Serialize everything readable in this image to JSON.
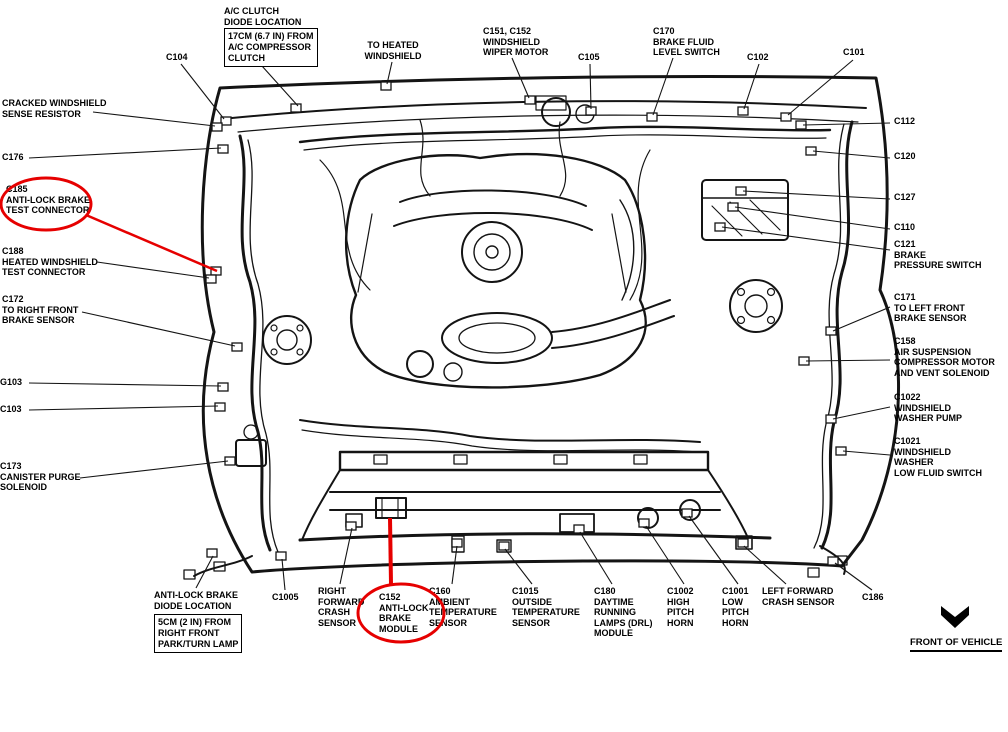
{
  "annotation_color": "#e60000",
  "front_of_vehicle": "FRONT OF VEHICLE",
  "callouts": {
    "top": [
      {
        "id": "ac-clutch-diode-location",
        "text": "A/C CLUTCH\nDIODE LOCATION",
        "box": "17CM (6.7 IN) FROM\nA/C COMPRESSOR\nCLUTCH"
      },
      {
        "id": "c104",
        "text": "C104"
      },
      {
        "id": "to-heated-windshield",
        "text": "TO HEATED\nWINDSHIELD"
      },
      {
        "id": "c151-c152-wiper-motor",
        "text": "C151, C152\nWINDSHIELD\nWIPER MOTOR"
      },
      {
        "id": "c105",
        "text": "C105"
      },
      {
        "id": "c170-brake-fluid-level-switch",
        "text": "C170\nBRAKE FLUID\nLEVEL SWITCH"
      },
      {
        "id": "c102",
        "text": "C102"
      },
      {
        "id": "c101",
        "text": "C101"
      }
    ],
    "left": [
      {
        "id": "cracked-windshield-sense-resistor",
        "text": "CRACKED WINDSHIELD\nSENSE RESISTOR"
      },
      {
        "id": "c176",
        "text": "C176"
      },
      {
        "id": "c185-anti-lock-brake-test-connector",
        "text": "C185\nANTI-LOCK BRAKE\nTEST CONNECTOR",
        "highlighted": true
      },
      {
        "id": "c188-heated-windshield-test-connector",
        "text": "C188\nHEATED WINDSHIELD\nTEST CONNECTOR"
      },
      {
        "id": "c172-right-front-brake-sensor",
        "text": "C172\nTO RIGHT FRONT\nBRAKE SENSOR"
      },
      {
        "id": "g103",
        "text": "G103"
      },
      {
        "id": "c103",
        "text": "C103"
      },
      {
        "id": "c173-canister-purge-solenoid",
        "text": "C173\nCANISTER PURGE\nSOLENOID"
      }
    ],
    "right": [
      {
        "id": "c112",
        "text": "C112"
      },
      {
        "id": "c120",
        "text": "C120"
      },
      {
        "id": "c127",
        "text": "C127"
      },
      {
        "id": "c110",
        "text": "C110"
      },
      {
        "id": "c121-brake-pressure-switch",
        "text": "C121\nBRAKE\nPRESSURE SWITCH"
      },
      {
        "id": "c171-left-front-brake-sensor",
        "text": "C171\nTO LEFT FRONT\nBRAKE SENSOR"
      },
      {
        "id": "c158-air-suspension",
        "text": "C158\nAIR SUSPENSION\nCOMPRESSOR MOTOR\nAND VENT SOLENOID"
      },
      {
        "id": "c1022-windshield-washer-pump",
        "text": "C1022\nWINDSHIELD\nWASHER PUMP"
      },
      {
        "id": "c1021-washer-low-fluid-switch",
        "text": "C1021\nWINDSHIELD\nWASHER\nLOW FLUID SWITCH"
      }
    ],
    "bottom": [
      {
        "id": "anti-lock-brake-diode-location",
        "text": "ANTI-LOCK BRAKE\nDIODE LOCATION",
        "box": "5CM (2 IN) FROM\nRIGHT FRONT\nPARK/TURN LAMP"
      },
      {
        "id": "c1005",
        "text": "C1005"
      },
      {
        "id": "right-forward-crash-sensor",
        "text": "RIGHT\nFORWARD\nCRASH\nSENSOR"
      },
      {
        "id": "c152-anti-lock-brake-module",
        "text": "C152\nANTI-LOCK\nBRAKE\nMODULE",
        "highlighted": true
      },
      {
        "id": "c160-ambient-temperature-sensor",
        "text": "C160\nAMBIENT\nTEMPERATURE\nSENSOR"
      },
      {
        "id": "c1015-outside-temperature-sensor",
        "text": "C1015\nOUTSIDE\nTEMPERATURE\nSENSOR"
      },
      {
        "id": "c180-drl-module",
        "text": "C180\nDAYTIME\nRUNNING\nLAMPS (DRL)\nMODULE"
      },
      {
        "id": "c1002-high-pitch-horn",
        "text": "C1002\nHIGH\nPITCH\nHORN"
      },
      {
        "id": "c1001-low-pitch-horn",
        "text": "C1001\nLOW\nPITCH\nHORN"
      },
      {
        "id": "left-forward-crash-sensor",
        "text": "LEFT FORWARD\nCRASH SENSOR"
      },
      {
        "id": "c186",
        "text": "C186"
      }
    ]
  }
}
